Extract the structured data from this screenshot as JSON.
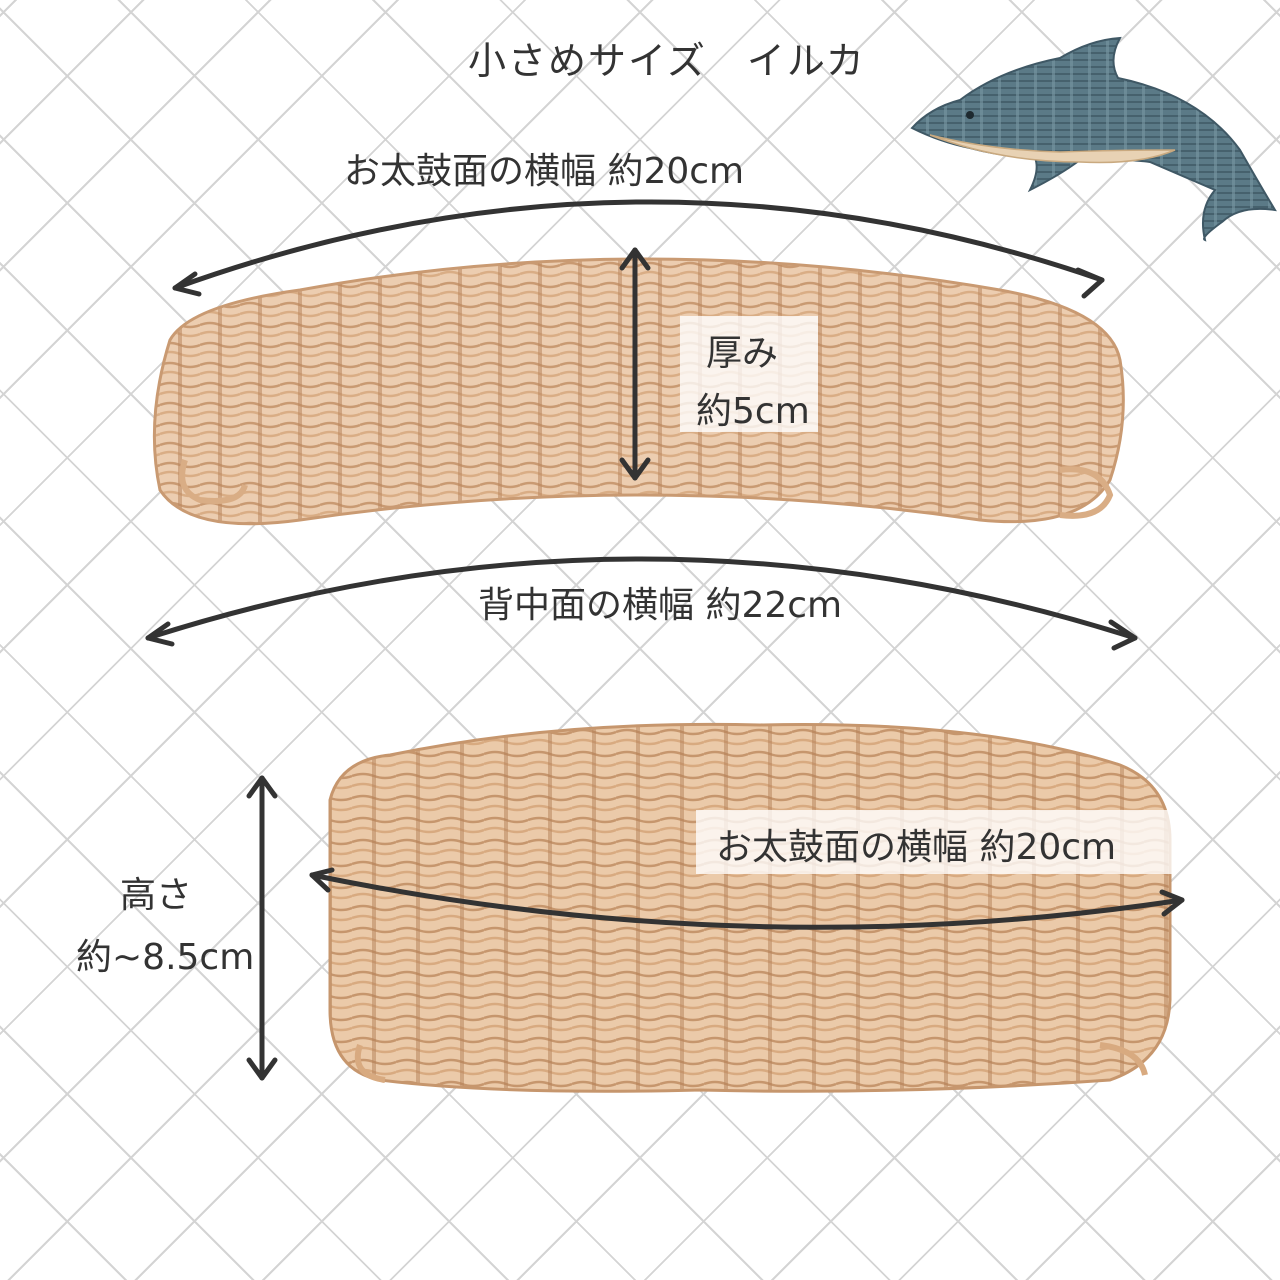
{
  "title": "小さめサイズ　イルカ",
  "top_piece": {
    "top_width_label": "お太鼓面の横幅 約20cm",
    "thickness_label_line1": "厚み",
    "thickness_label_line2": "約5cm",
    "back_width_label": "背中面の横幅 約22cm"
  },
  "bottom_piece": {
    "front_width_label": "お太鼓面の横幅 約20cm",
    "height_label_line1": "高さ",
    "height_label_line2": "約~8.5cm"
  },
  "colors": {
    "rattan": "#e9c7a6",
    "rattan_shadow": "#c99a72",
    "dolphin_body": "#5b7a87",
    "dolphin_belly": "#e8d2b4",
    "arrow": "#333333"
  }
}
